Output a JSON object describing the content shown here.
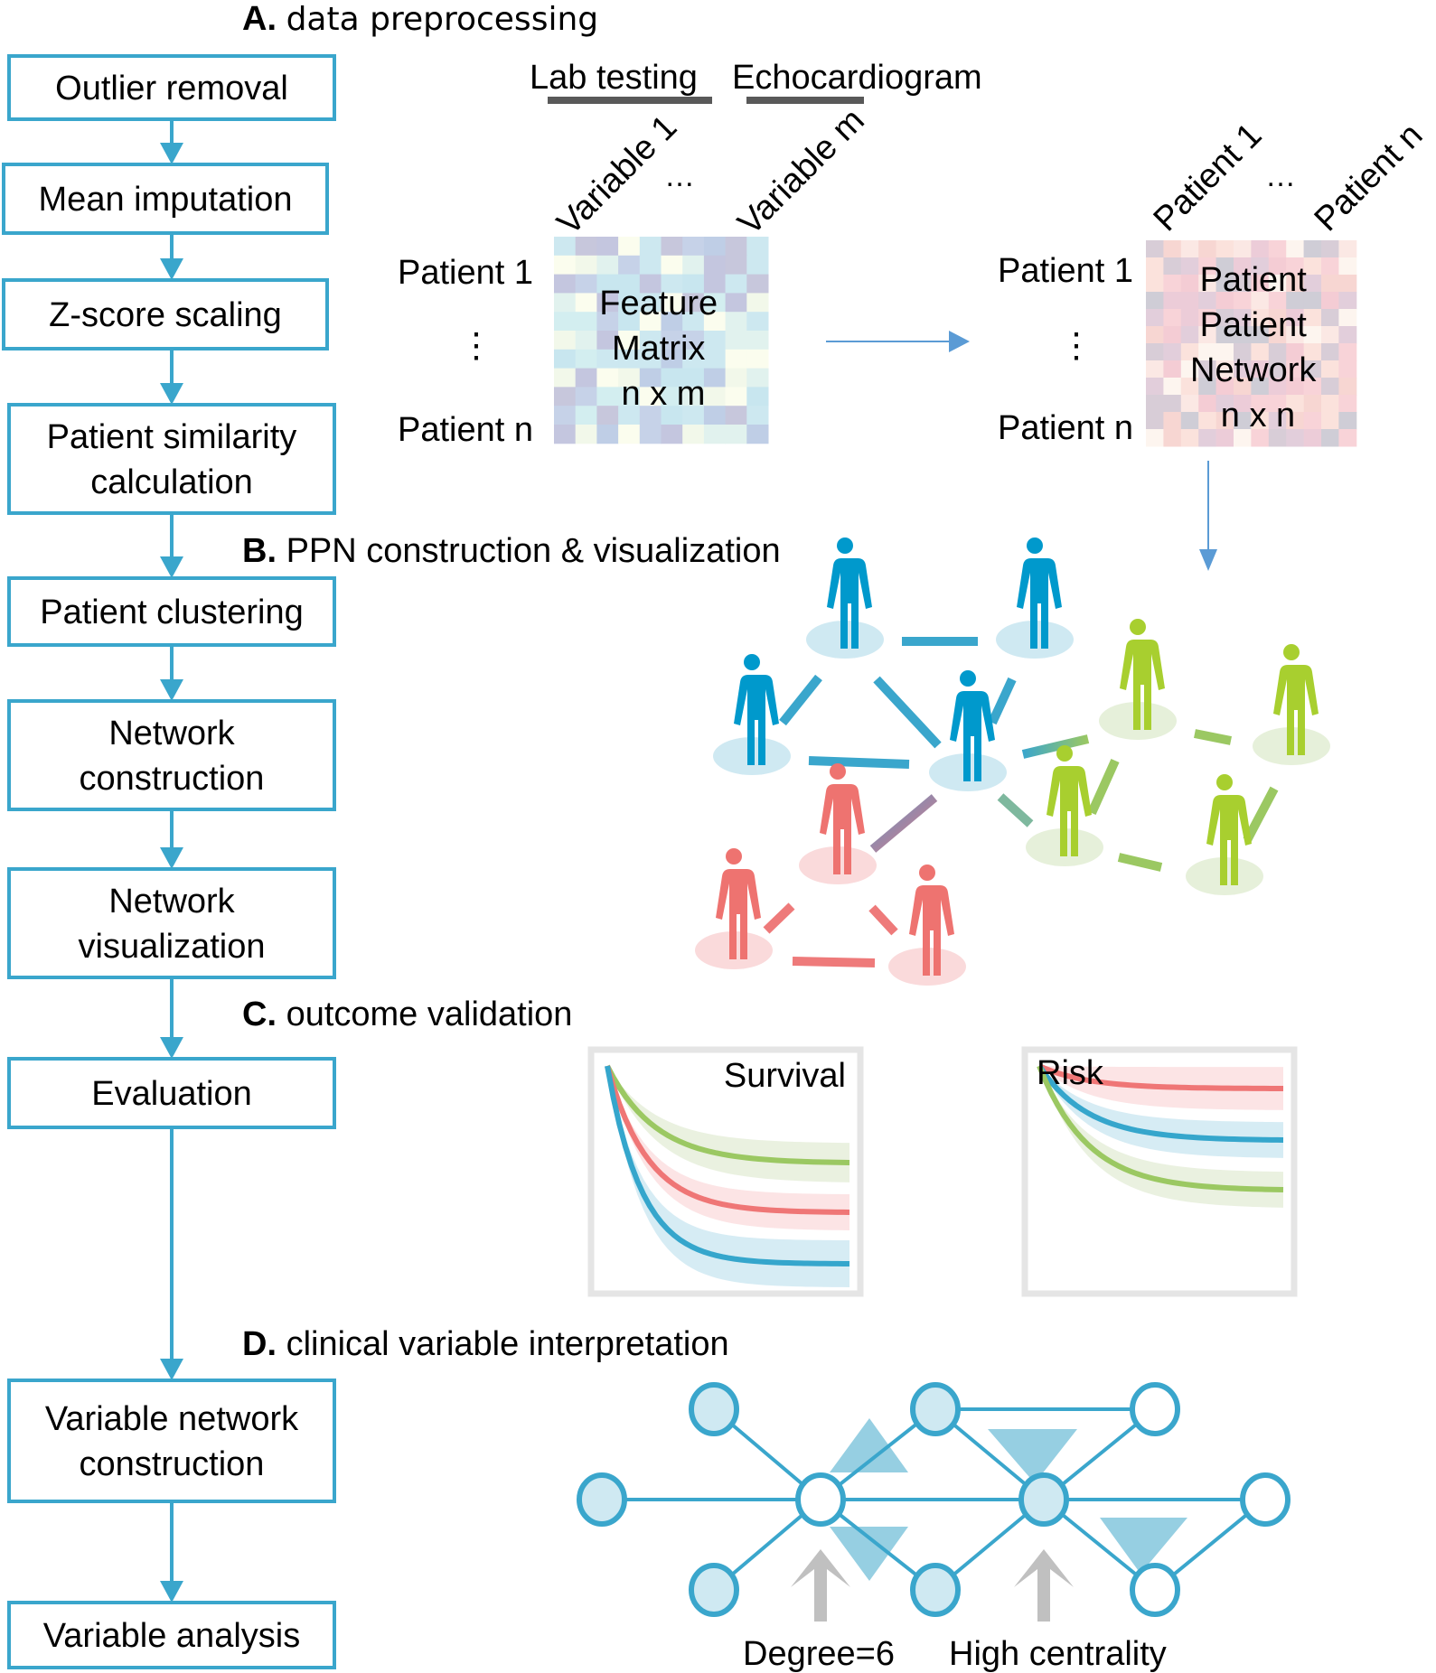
{
  "colors": {
    "flow_accent": "#3aa6cc",
    "arrow_blue": "#5b9bd5",
    "cluster_blue": "#0099cc",
    "cluster_blue_base": "#cfe9f2",
    "cluster_green": "#a8cf2f",
    "cluster_green_base": "#e6f0da",
    "cluster_red": "#ee7370",
    "cluster_red_base": "#fadadb",
    "frame_gray": "#e5e5e5",
    "pointer_gray": "#c0c0c0",
    "triangle_fill": "#96cfe2"
  },
  "flow": {
    "steps": [
      {
        "lines": [
          "Outlier removal"
        ]
      },
      {
        "lines": [
          "Mean imputation"
        ]
      },
      {
        "lines": [
          "Z-score scaling"
        ]
      },
      {
        "lines": [
          "Patient similarity",
          "calculation"
        ]
      },
      {
        "lines": [
          "Patient clustering"
        ]
      },
      {
        "lines": [
          "Network",
          "construction"
        ]
      },
      {
        "lines": [
          "Network",
          "visualization"
        ]
      },
      {
        "lines": [
          "Evaluation"
        ]
      },
      {
        "lines": [
          "Variable network",
          "construction"
        ]
      },
      {
        "lines": [
          "Variable analysis"
        ]
      }
    ]
  },
  "sections": {
    "a": {
      "letter": "A.",
      "title": "data preprocessing"
    },
    "b": {
      "letter": "B.",
      "title": "PPN construction & visualization"
    },
    "c": {
      "letter": "C.",
      "title": "outcome validation"
    },
    "d": {
      "letter": "D.",
      "title": "clinical variable interpretation"
    }
  },
  "feature_matrix": {
    "group_labels": [
      "Lab testing",
      "Echocardiogram"
    ],
    "col_labels": [
      "Variable 1",
      "Variable m"
    ],
    "col_ellipsis": "…",
    "row_labels": [
      "Patient 1",
      "Patient n"
    ],
    "row_ellipsis": "⋮",
    "center_lines": [
      "Feature",
      "Matrix",
      "n x m"
    ]
  },
  "patient_network_matrix": {
    "col_labels": [
      "Patient 1",
      "Patient n"
    ],
    "col_ellipsis": "…",
    "row_labels": [
      "Patient 1",
      "Patient n"
    ],
    "row_ellipsis": "⋮",
    "center_lines": [
      "Patient",
      "Patient",
      "Network",
      "n x n"
    ]
  },
  "ppn_network": {
    "clusters": [
      "blue",
      "green",
      "red"
    ],
    "patients": [
      {
        "cluster": "blue"
      },
      {
        "cluster": "blue"
      },
      {
        "cluster": "blue"
      },
      {
        "cluster": "blue"
      },
      {
        "cluster": "green"
      },
      {
        "cluster": "green"
      },
      {
        "cluster": "green"
      },
      {
        "cluster": "green"
      },
      {
        "cluster": "red"
      },
      {
        "cluster": "red"
      },
      {
        "cluster": "red"
      }
    ]
  },
  "outcome_panels": [
    {
      "title": "Survival",
      "type": "decreasing",
      "series_order": [
        "green",
        "red",
        "blue"
      ]
    },
    {
      "title": "Risk",
      "type": "increasing",
      "series_order": [
        "red",
        "blue",
        "green"
      ]
    }
  ],
  "variable_network": {
    "annotations": [
      "Degree=6",
      "High centrality"
    ]
  }
}
